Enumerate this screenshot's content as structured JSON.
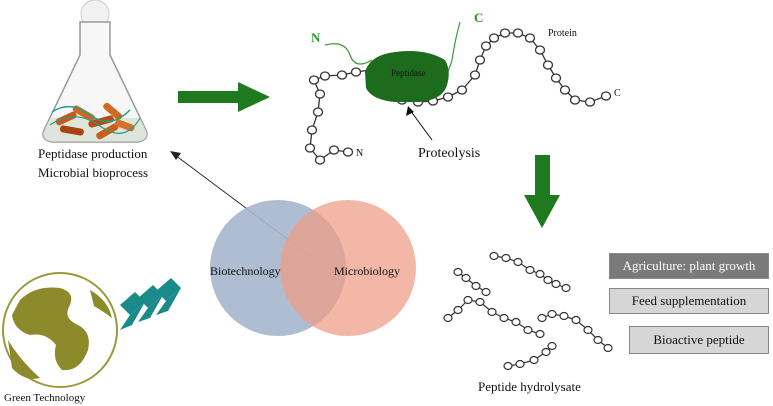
{
  "flask": {
    "line1": "Peptidase production",
    "line2": "Microbial bioprocess"
  },
  "protein_panel": {
    "n_term_green": "N",
    "c_term_green": "C",
    "enzyme_label": "Peptidase",
    "protein_label": "Protein",
    "c_term": "C",
    "n_term": "N",
    "process_label": "Proteolysis"
  },
  "venn": {
    "left_label": "Biotechnology",
    "right_label": "Microbiology",
    "left_color": "#a6b6ce",
    "right_color": "#ee9f88"
  },
  "globe": {
    "label": "Green Technology",
    "land_color": "#8c8a2a",
    "arrow_color": "#1b8a8a"
  },
  "hydrolysate": {
    "label": "Peptide hydrolysate"
  },
  "applications": [
    {
      "label": "Agriculture: plant growth",
      "style": "dark"
    },
    {
      "label": "Feed supplementation",
      "style": "light"
    },
    {
      "label": "Bioactive peptide",
      "style": "light"
    }
  ],
  "colors": {
    "green": "#1f7a1f",
    "enzyme": "#1d6b1d"
  }
}
